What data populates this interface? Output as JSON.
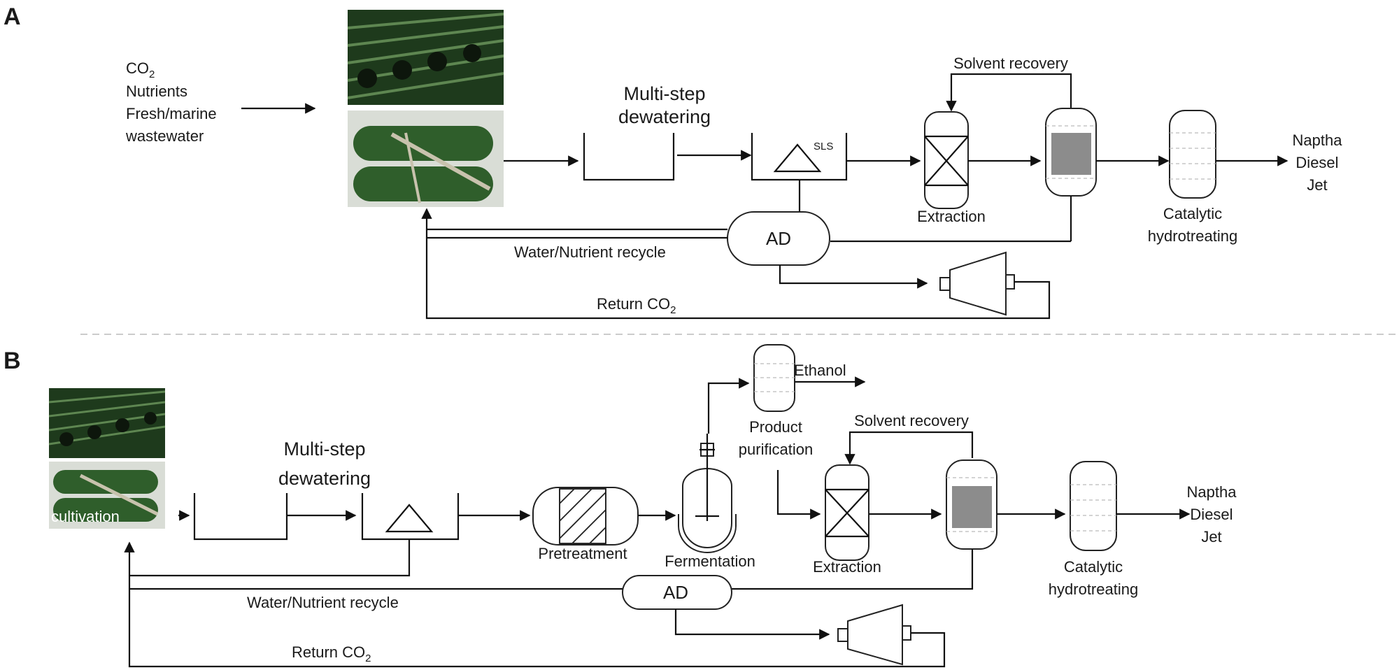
{
  "panel_a": {
    "panel_label": "A",
    "inputs": {
      "co2": "CO",
      "co2_sub": "2",
      "nutrients": "Nutrients",
      "water_line1": "Fresh/marine",
      "water_line2": "wastewater"
    },
    "dewatering_line1": "Multi-step",
    "dewatering_line2": "dewatering",
    "sls": "SLS",
    "solvent_recovery": "Solvent recovery",
    "extraction": "Extraction",
    "catalytic_line1": "Catalytic",
    "catalytic_line2": "hydrotreating",
    "products": [
      "Naptha",
      "Diesel",
      "Jet"
    ],
    "ad": "AD",
    "water_recycle": "Water/Nutrient recycle",
    "return_co2": "Return CO",
    "return_co2_sub": "2"
  },
  "panel_b": {
    "panel_label": "B",
    "cultivation": "cultivation",
    "dewatering_line1": "Multi-step",
    "dewatering_line2": "dewatering",
    "pretreatment": "Pretreatment",
    "fermentation": "Fermentation",
    "ethanol": "Ethanol",
    "purification_line1": "Product",
    "purification_line2": "purification",
    "solvent_recovery": "Solvent recovery",
    "extraction": "Extraction",
    "catalytic_line1": "Catalytic",
    "catalytic_line2": "hydrotreating",
    "products": [
      "Naptha",
      "Diesel",
      "Jet"
    ],
    "ad": "AD",
    "water_recycle": "Water/Nutrient recycle",
    "return_co2": "Return CO",
    "return_co2_sub": "2"
  },
  "colors": {
    "line": "#111111",
    "extractor_fill": "#8c8c8c",
    "algae_green": "#2f5e2b",
    "separator": "#bbbbbb"
  }
}
